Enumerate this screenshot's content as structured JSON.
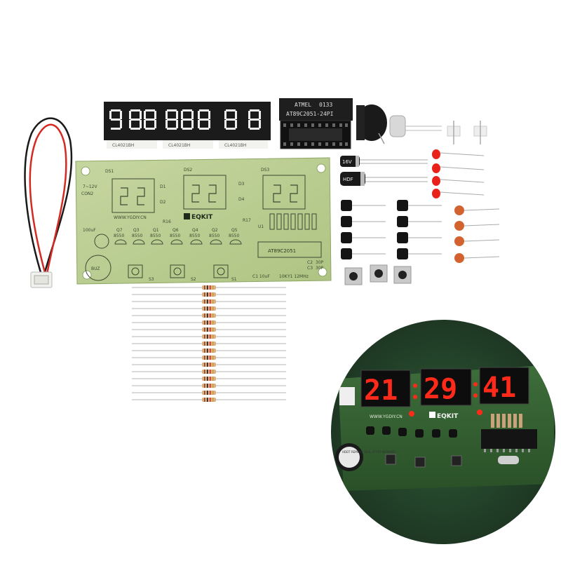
{
  "display_modules": {
    "labels": [
      "CL4021BH",
      "CL4021BH",
      "CL4021BH"
    ]
  },
  "chip": {
    "logo": "ATMEL",
    "code": "0133",
    "part": "AT89C2051-24PI"
  },
  "capacitors": {
    "small": "16V",
    "large": "HDF"
  },
  "pcb": {
    "brand": "EQKIT",
    "url": "WWW.YGDIY.CN",
    "mcu_label": "AT89C2051",
    "designators": {
      "ds1": "DS1",
      "ds2": "DS2",
      "ds3": "DS3",
      "power": "7~12V",
      "con2": "CON2",
      "d1": "D1",
      "d2": "D2",
      "d3": "D3",
      "d4": "D4",
      "q7": "Q7",
      "q3": "Q3",
      "q1": "Q1",
      "q6": "Q6",
      "q4": "Q4",
      "q2": "Q2",
      "q5": "Q5",
      "t8550_1": "8550",
      "t8550_2": "8550",
      "t8550_3": "8550",
      "t8550_4": "8550",
      "t8550_5": "8550",
      "t8550_6": "8550",
      "t8550_7": "8550",
      "r16": "R16",
      "r17": "R17",
      "u1": "U1",
      "s3": "S3",
      "s2": "S2",
      "s1": "S1",
      "buz": "BUZ",
      "c1": "C1 10uF",
      "y1": "Y1 12MHz",
      "c3": "C3",
      "c2": "C2",
      "p30a": "30P",
      "p30b": "30P",
      "r10k": "10K",
      "c4": "100uF"
    }
  },
  "assembled": {
    "display": [
      "21",
      "29",
      "41"
    ],
    "brand": "EQKIT",
    "url": "WWW.YGDIY.CN",
    "buzzer_sticker": "HDDT REMOVE SEAL AFTER WASHING"
  },
  "colors": {
    "pcb_green": "#b9cc90",
    "led_red": "#ff2a1a",
    "wire_red": "#d52a23",
    "wire_black": "#1a1a1a",
    "backdrop": "#2a4a2c"
  }
}
